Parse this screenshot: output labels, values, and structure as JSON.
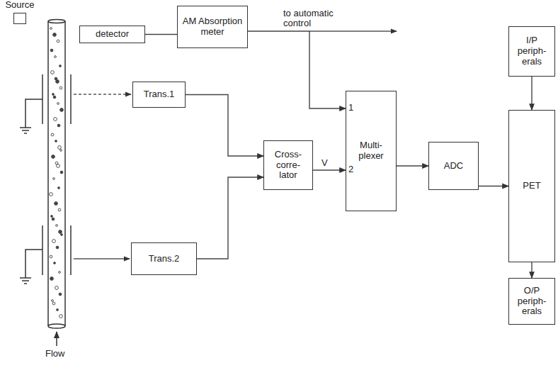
{
  "diagram": {
    "nodes": [
      {
        "text": [
          "Source"
        ]
      },
      {
        "text": [
          "detector"
        ]
      },
      {
        "text": [
          "AM Absorption meter"
        ]
      },
      {
        "text": [
          "Trans.1"
        ]
      },
      {
        "text": [
          "Cross- corre- lator"
        ]
      },
      {
        "text": [
          "Trans.2"
        ]
      },
      {
        "text": [
          "Multi- plexer"
        ]
      },
      {
        "text": [
          "ADC"
        ]
      },
      {
        "text": [
          "I/P periph- erals"
        ]
      },
      {
        "text": [
          "PET"
        ]
      },
      {
        "text": [
          "O/P periph- erals"
        ]
      }
    ],
    "edges": [
      {
        "from": 1,
        "to": 2,
        "arrow": "none"
      },
      {
        "from": 2,
        "to": 6,
        "arrow": "to"
      },
      {
        "from": 3,
        "to": 4,
        "arrow": "to"
      },
      {
        "from": 5,
        "to": 4,
        "arrow": "to"
      },
      {
        "from": 4,
        "to": 6,
        "label": "V",
        "arrow": "to"
      },
      {
        "from": 6,
        "to": 7,
        "arrow": "to"
      },
      {
        "from": 7,
        "to": 9,
        "arrow": "to"
      },
      {
        "from": 8,
        "to": 9,
        "arrow": "to"
      },
      {
        "from": 9,
        "to": 10,
        "arrow": "to"
      }
    ],
    "labels": [
      "to automatic control",
      "1",
      "2",
      "Flow"
    ]
  }
}
